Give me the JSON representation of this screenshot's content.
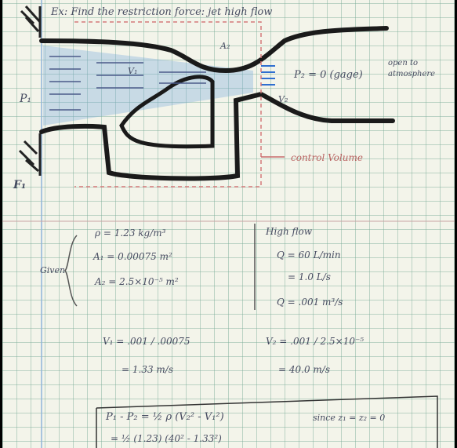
{
  "title": "Ex: Find the restriction force: jet high flow",
  "diagram": {
    "outlet_pressure": "P₂ = 0 (gage)",
    "outlet_note": "open to atmosphere",
    "control_volume_label": "control Volume",
    "labels": {
      "p1": "P₁",
      "v1": "V₁",
      "v2": "V₂",
      "a2": "A₂",
      "f": "F₁"
    }
  },
  "given": {
    "heading": "Given",
    "lines": [
      "ρ = 1.23 kg/m³",
      "A₁ = 0.00075 m²",
      "A₂ = 2.5×10⁻⁵ m²"
    ]
  },
  "high_flow": {
    "heading": "High flow",
    "lines": [
      "Q = 60 L/min",
      "= 1.0 L/s",
      "Q = .001 m³/s"
    ]
  },
  "velocities": {
    "v1": [
      "V₁ = .001 / .00075",
      "= 1.33 m/s"
    ],
    "v2": [
      "V₂ = .001 / 2.5×10⁻⁵",
      "= 40.0 m/s"
    ]
  },
  "equations": {
    "boxed": "P₁ - P₂ = ½ ρ (V₂² - V₁²)",
    "note": "since  z₁ = z₂ = 0",
    "last": "= ½ (1.23) (40² - 1.33²)"
  }
}
